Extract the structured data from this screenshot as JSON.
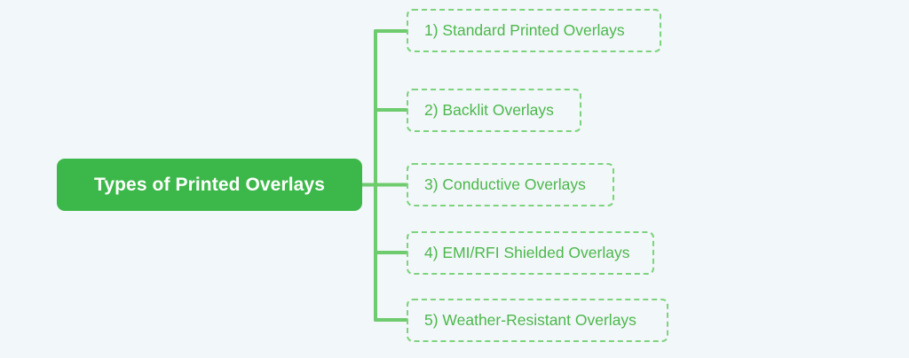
{
  "diagram": {
    "type": "mindmap",
    "background_color": "#f2f7f9",
    "root": {
      "label": "Types of Printed Overlays",
      "fill_color": "#3cb84a",
      "text_color": "#ffffff"
    },
    "connector": {
      "color": "#6ecb6e",
      "style": "orthogonal-trunk"
    },
    "children": [
      {
        "index": "1",
        "label": "1) Standard Printed Overlays",
        "border_color": "#7ed37e",
        "text_color": "#4cb84c",
        "border_style": "dashed"
      },
      {
        "index": "2",
        "label": "2) Backlit Overlays",
        "border_color": "#7ed37e",
        "text_color": "#4cb84c",
        "border_style": "dashed"
      },
      {
        "index": "3",
        "label": "3) Conductive Overlays",
        "border_color": "#7ed37e",
        "text_color": "#4cb84c",
        "border_style": "dashed"
      },
      {
        "index": "4",
        "label": "4) EMI/RFI Shielded Overlays",
        "border_color": "#7ed37e",
        "text_color": "#4cb84c",
        "border_style": "dashed"
      },
      {
        "index": "5",
        "label": "5) Weather-Resistant Overlays",
        "border_color": "#7ed37e",
        "text_color": "#4cb84c",
        "border_style": "dashed"
      }
    ]
  }
}
